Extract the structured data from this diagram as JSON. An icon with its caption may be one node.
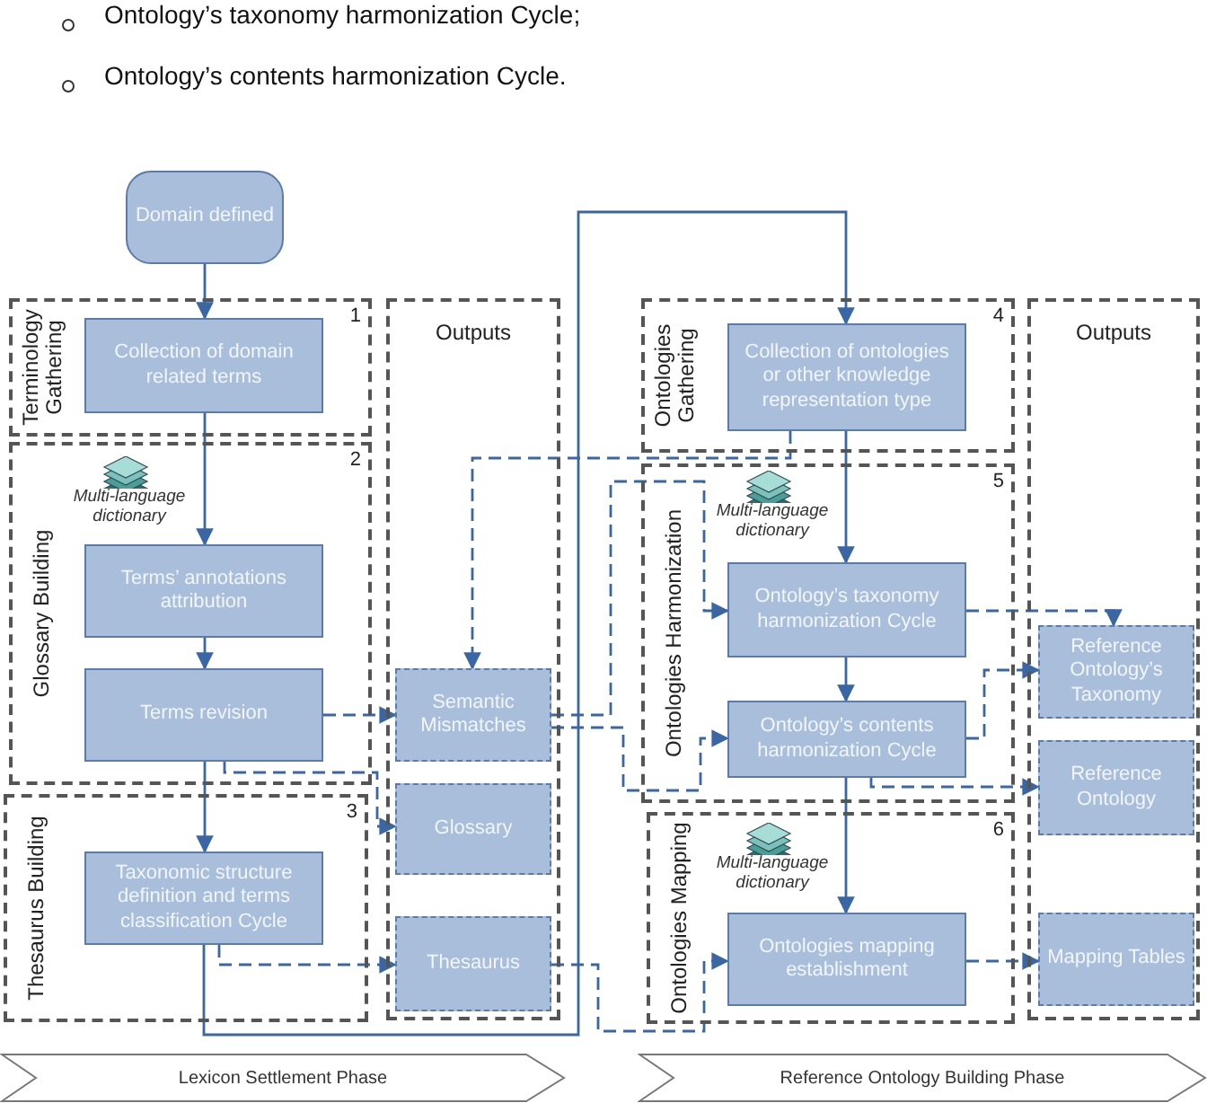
{
  "diagram": {
    "nodes": [
      {
        "text": [
          "Domain defined"
        ]
      },
      {
        "text": [
          "Terminology Gathering",
          "1"
        ]
      },
      {
        "text": [
          "Collection of domain related terms"
        ],
        "in": 1
      },
      {
        "text": [
          "Glossary Building",
          "2"
        ]
      },
      {
        "text": [
          "Terms’ annotations attribution"
        ],
        "in": 3
      },
      {
        "text": [
          "Terms revision"
        ],
        "in": 3
      },
      {
        "text": [
          "Thesaurus Building",
          "3"
        ]
      },
      {
        "text": [
          "Taxonomic structure definition and terms classification Cycle"
        ],
        "in": 6
      },
      {
        "text": [
          "Outputs"
        ]
      },
      {
        "text": [
          "Semantic Mismatches"
        ],
        "in": 8
      },
      {
        "text": [
          "Glossary"
        ],
        "in": 8
      },
      {
        "text": [
          "Thesaurus"
        ],
        "in": 8
      },
      {
        "text": [
          "Ontologies Gathering",
          "4"
        ]
      },
      {
        "text": [
          "Collection of ontologies or other knowledge representation type"
        ],
        "in": 12
      },
      {
        "text": [
          "Ontologies Harmonization",
          "5"
        ]
      },
      {
        "text": [
          "Ontology’s taxonomy harmonization Cycle"
        ],
        "in": 14
      },
      {
        "text": [
          "Ontology’s contents harmonization Cycle"
        ],
        "in": 14
      },
      {
        "text": [
          "Ontologies Mapping",
          "6"
        ]
      },
      {
        "text": [
          "Ontologies mapping establishment"
        ],
        "in": 17
      },
      {
        "text": [
          "Outputs"
        ]
      },
      {
        "text": [
          "Reference Ontology’s Taxonomy"
        ],
        "in": 19
      },
      {
        "text": [
          "Reference Ontology"
        ],
        "in": 19
      },
      {
        "text": [
          "Mapping Tables"
        ],
        "in": 19
      },
      {
        "text": [
          "Lexicon Settlement Phase"
        ]
      },
      {
        "text": [
          "Reference Ontology Building Phase"
        ]
      }
    ],
    "edges": [
      {
        "from": 0,
        "to": 2,
        "arrow": "to"
      },
      {
        "from": 2,
        "to": 4,
        "arrow": "to"
      },
      {
        "from": 4,
        "to": 5,
        "arrow": "to"
      },
      {
        "from": 5,
        "to": 7,
        "arrow": "to"
      },
      {
        "from": 5,
        "to": 9,
        "arrow": "to",
        "style": "dashed"
      },
      {
        "from": 5,
        "to": 10,
        "arrow": "to",
        "style": "dashed"
      },
      {
        "from": 7,
        "to": 11,
        "arrow": "to",
        "style": "dashed"
      },
      {
        "from": 7,
        "to": 13,
        "arrow": "to"
      },
      {
        "from": 13,
        "to": 15,
        "arrow": "to"
      },
      {
        "from": 15,
        "to": 16,
        "arrow": "to"
      },
      {
        "from": 16,
        "to": 18,
        "arrow": "to"
      },
      {
        "from": 9,
        "to": 15,
        "arrow": "to",
        "style": "dashed"
      },
      {
        "from": 9,
        "to": 16,
        "arrow": "to",
        "style": "dashed"
      },
      {
        "from": 11,
        "to": 18,
        "arrow": "to",
        "style": "dashed"
      },
      {
        "from": 15,
        "to": 20,
        "arrow": "to",
        "style": "dashed"
      },
      {
        "from": 16,
        "to": 20,
        "arrow": "to",
        "style": "dashed"
      },
      {
        "from": 16,
        "to": 21,
        "arrow": "to",
        "style": "dashed"
      },
      {
        "from": 18,
        "to": 22,
        "arrow": "to",
        "style": "dashed"
      },
      {
        "from": 13,
        "to": 9,
        "arrow": "to",
        "style": "dashed"
      }
    ],
    "labels": [
      "Ontology’s taxonomy harmonization Cycle;",
      "Ontology’s contents harmonization Cycle.",
      "Multi-language dictionary",
      "Multi-language dictionary",
      "Multi-language dictionary"
    ]
  }
}
